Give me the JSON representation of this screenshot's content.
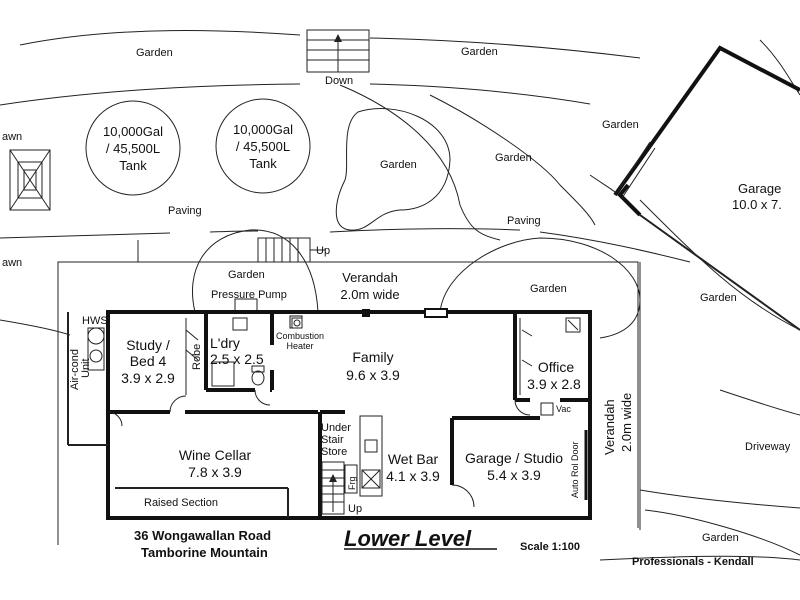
{
  "labels": {
    "garden_top_left": "Garden",
    "garden_top_right": "Garden",
    "down": "Down",
    "garden_right_top": "Garden",
    "lawn_top": "awn",
    "lawn_mid": "awn",
    "tank_left_1": "10,000Gal",
    "tank_left_2": "/ 45,500L",
    "tank_left_3": "Tank",
    "tank_right_1": "10,000Gal",
    "tank_right_2": "/ 45,500L",
    "tank_right_3": "Tank",
    "garden_bed_1": "Garden",
    "garden_bed_2": "Garden",
    "paving_left": "Paving",
    "paving_right": "Paving",
    "up_top": "Up",
    "garden_front": "Garden",
    "verandah_top_1": "Verandah",
    "verandah_top_2": "2.0m wide",
    "garden_verandah_right": "Garden",
    "pressure_pump": "Pressure Pump",
    "garage_1": "Garage",
    "garage_2": "10.0 x 7.",
    "garden_garage": "Garden",
    "hws": "HWS",
    "aircond_1": "Air-cond",
    "aircond_2": "Unit",
    "study_1": "Study /",
    "study_2": "Bed 4",
    "study_3": "3.9 x 2.9",
    "robe": "Robe",
    "laundry_1": "L'dry",
    "laundry_2": "2.5 x 2.5",
    "heater_1": "Combustion",
    "heater_2": "Heater",
    "family_1": "Family",
    "family_2": "9.6 x 3.9",
    "office_1": "Office",
    "office_2": "3.9 x 2.8",
    "vac": "Vac",
    "verandah_right_1": "Verandah",
    "verandah_right_2": "2.0m wide",
    "driveway": "Driveway",
    "wine_1": "Wine Cellar",
    "wine_2": "7.8 x 3.9",
    "raised": "Raised Section",
    "under_stair_1": "Under",
    "under_stair_2": "Stair",
    "under_stair_3": "Store",
    "fg": "Frg",
    "up_stair": "Up",
    "wetbar_1": "Wet Bar",
    "wetbar_2": "4.1 x 3.9",
    "garage_studio_1": "Garage / Studio",
    "garage_studio_2": "5.4 x 3.9",
    "auto_roller": "Auto Rol Door",
    "garden_bottom": "Garden",
    "address_1": "36 Wongawallan Road",
    "address_2": "Tamborine Mountain",
    "title": "Lower Level",
    "scale": "Scale 1:100",
    "credit": "Professionals - Kendall"
  }
}
